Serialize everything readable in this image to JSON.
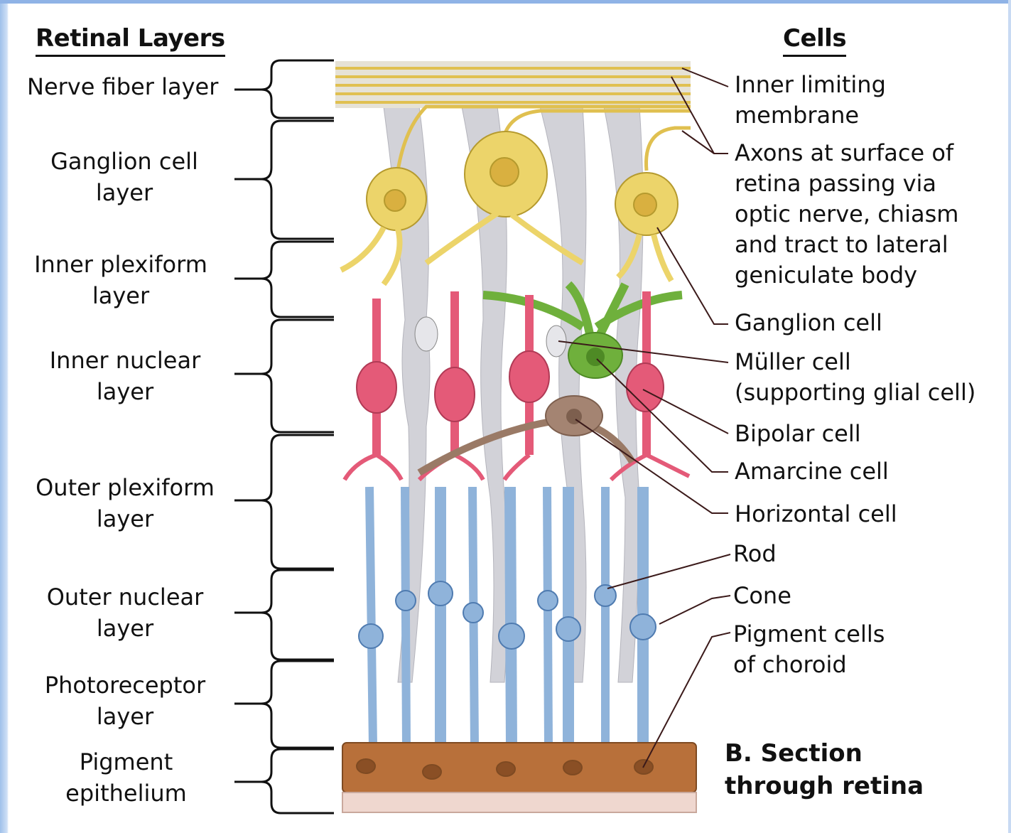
{
  "headings": {
    "left": "Retinal Layers",
    "right": "Cells"
  },
  "layers": [
    {
      "line1": "Nerve fiber layer",
      "line2": ""
    },
    {
      "line1": "Ganglion cell",
      "line2": "layer"
    },
    {
      "line1": "Inner plexiform",
      "line2": "layer"
    },
    {
      "line1": "Inner nuclear",
      "line2": "layer"
    },
    {
      "line1": "Outer plexiform",
      "line2": "layer"
    },
    {
      "line1": "Outer nuclear",
      "line2": "layer"
    },
    {
      "line1": "Photoreceptor",
      "line2": "layer"
    },
    {
      "line1": "Pigment",
      "line2": "epithelium"
    }
  ],
  "cells": {
    "inner_limiting": [
      "Inner limiting",
      "membrane"
    ],
    "axons": [
      "Axons at surface of",
      "retina passing via",
      "optic nerve, chiasm",
      "and tract to lateral",
      "geniculate body"
    ],
    "ganglion": "Ganglion cell",
    "muller": [
      "Müller cell",
      "(supporting glial cell)"
    ],
    "bipolar": "Bipolar cell",
    "amarcine": "Amarcine cell",
    "horizontal": "Horizontal cell",
    "rod": "Rod",
    "cone": "Cone",
    "pigment": [
      "Pigment cells",
      "of choroid"
    ]
  },
  "caption": [
    "B. Section",
    "through retina"
  ],
  "colors": {
    "ganglion": "#ecd46a",
    "muller": "#cfcfd4",
    "bipolar": "#e45a78",
    "amacrine": "#6fb03c",
    "horizontal": "#9a7a66",
    "photoreceptor": "#8fb3da",
    "pigment": "#b8703a"
  }
}
